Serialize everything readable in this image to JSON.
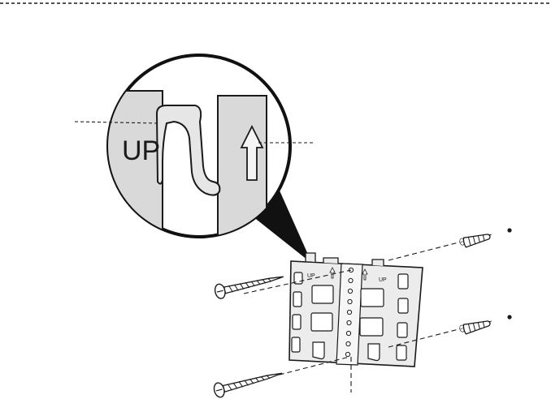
{
  "figure": {
    "top_rule": "dashed",
    "callout": {
      "marking": "UP"
    },
    "bracket": {
      "marking_left": "UP",
      "marking_right": "UP"
    },
    "screw_count": 4,
    "anchor_count": 2,
    "colors": {
      "line": "#1a1a1a",
      "panel_fill": "#ececec",
      "callout_fill": "#d9d9d9",
      "pointer_fill": "#111111"
    }
  }
}
